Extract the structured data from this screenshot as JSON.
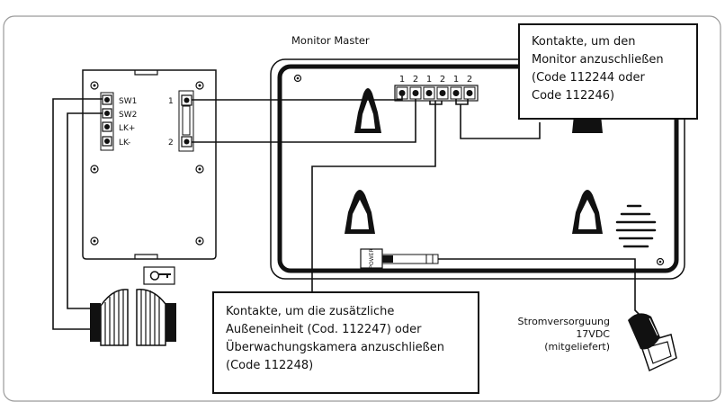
{
  "monitor": {
    "title": "Monitor Master"
  },
  "outdoor_unit": {
    "left_terminals": [
      "SW1",
      "SW2",
      "LK+",
      "LK-"
    ],
    "right_terminals": [
      "1",
      "2"
    ]
  },
  "terminal_block": {
    "labels": [
      "1",
      "2",
      "1",
      "2",
      "1",
      "2"
    ]
  },
  "power_module": {
    "label": "POWER"
  },
  "callouts": {
    "monitor_contacts": [
      "Kontakte, um den",
      "Monitor anzuschließen",
      "(Code 112244 oder",
      "Code 112246)"
    ],
    "extra_contacts": [
      "Kontakte, um die zusätzliche",
      "Außeneinheit (Cod. 112247) oder",
      "Überwachungskamera anzuschließen",
      "(Code 112248)"
    ]
  },
  "power_supply": {
    "lines": [
      "Stromversorguung",
      "17VDC",
      "(mitgeliefert)"
    ]
  }
}
